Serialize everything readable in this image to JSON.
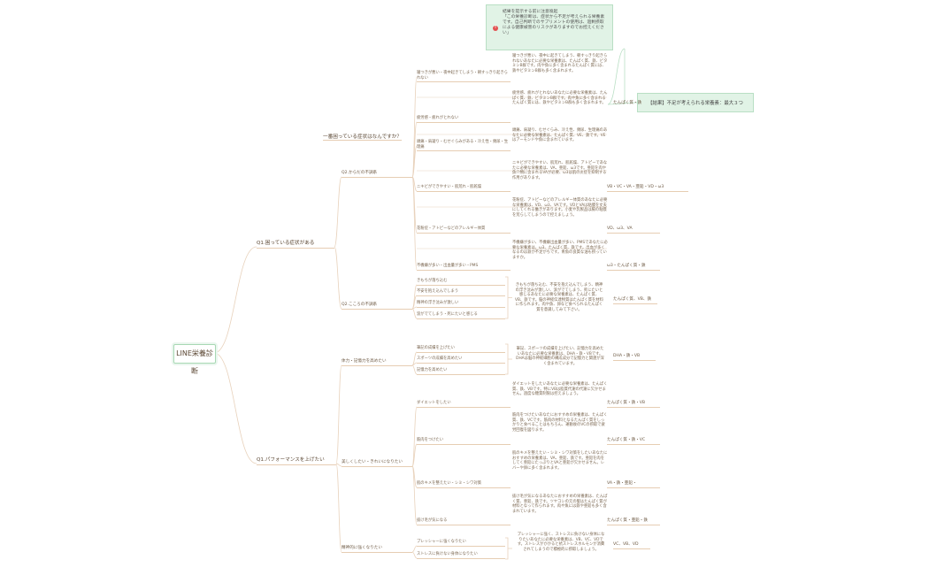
{
  "root": "LINE栄養診断",
  "note": {
    "title": "結果を提示する前に注意喚起",
    "body": "「この栄養診断は、症状から不足が考えられる栄養素です。自己判断でのサプリメントの使用は、過剰摂取による健康被害のリスクがありますのでお控えください」"
  },
  "result_box": "【結果】不足が考えられる栄養素：最大３つ",
  "result_tag": "たんぱく質・鉄",
  "question": "一番困っている症状はなんですか？",
  "branches": {
    "q1a": "Q1.困っている症状がある",
    "q1b": "Q1.パフォーマンスを上げたい",
    "q2a": "Q2.からだの不調系",
    "q2b": "Q2.こころの不調系",
    "q2c": "体力・記憶力を高めたい",
    "q2d": "美しくしたい・きれいになりたい",
    "q2e": "精神的に強くなりたい"
  },
  "body_items": [
    {
      "label": "寝つきが悪い・夜中起きてしまう・朝すっきり起きられない",
      "desc": "寝つきが悪い、夜中に起きてしまう、朝すっきり起きられないあなたに必要な栄養素は、たんぱく質、鉄、ビタミンB群です。肉や魚に多く含まれるたんぱく質には、鉄やビタミンB群も多く含まれます。",
      "result": ""
    },
    {
      "label": "疲労感・疲れがとれない",
      "desc": "疲労感、疲れがとれないあなたに必要な栄養素は、たんぱく質、鉄、ビタミンB群です。肉や魚に多く含まれるたんぱく質には、鉄やビタミンB群も多く含まれます。",
      "result": ""
    },
    {
      "label": "頭痛・肩凝り・むせぐらみがある・冷え性・頻尿・生理痛",
      "desc": "頭痛、肩凝り、むせぐらみ、冷え性、頻尿、生理痛のあなたに必要な栄養素は、たんぱく質、VE、鉄です。VEはアーモンドや魚に含まれています。",
      "result": ""
    },
    {
      "label": "ニキビができやすい・肌荒れ・肌乾燥",
      "desc": "ニキビができやすい、肌荒れ、肌乾燥、アトピーであなたに必要な栄養素は、VA、亜鉛、ω3です。亜鉛を肉や魚介類に含まれるVAが必要、ω3は肌の炎症を抑制する作用があります。",
      "result": "VB・VC・VA・亜鉛・VD・ω3"
    },
    {
      "label": "花粉症・アトピーなどのアレルギー体質",
      "desc": "花粉症、アトピーなどのアレルギー体質のあなたに必要な栄養素は、VD、ω3、VAです。VDとVAは粘膜を丈夫にしてくれる働きがあります。小麦や乳製品は腸の粘膜を荒らしてしまうので控えましょう。",
      "result": "VD、ω3、VA"
    },
    {
      "label": "不機嫌が多い・出血量が多い・PMS",
      "desc": "不機嫌が多い、不機嫌出血量が多い、PMSであなたに必要な栄養素は、ω3、たんぱく質、鉄です。出血が多くなるのは鉄が不足がちです。青魚の良質な油も摂っていますか。",
      "result": "ω3・たんぱく質・鉄"
    }
  ],
  "mind_items": [
    "きもちが落ち込む",
    "不安を抱え込んでしまう",
    "精神の浮き沈みが激しい",
    "涙がでてしまう・死にたいと感じる"
  ],
  "mind_desc": "きもちが落ち込む、不安を抱え込んでしまう、精神の浮き沈みが激しい、涙がでてしまう、死にたいと感じるあなたに必要な栄養素は、たんぱく質、VB、鉄です。脳の神経伝達物質はたんぱく質を材料に作られます。肉や魚、卵など食べられるたんぱく質を意識してみて下さい。",
  "mind_result": "たんぱく質、VB、鉄",
  "stamina_items": [
    "筆記の成績を上げたい",
    "スポーツの成績を高めたい",
    "記憶力を高めたい"
  ],
  "stamina_desc": "筆記、スポーツの成績を上げたい、記憶力を高めたいあなたに必要な栄養素は、DHA・鉄・VBです。DHAは脳の神経細胞の構成成分で記憶力と関連が深く含まれています。",
  "stamina_result": "DHA・鉄・VB",
  "beauty_items": [
    {
      "label": "ダイエットをしたい",
      "desc": "ダイエットをしたいあなたに必要な栄養素は、たんぱく質、鉄、VBです。特にVBは脂質代謝の代謝に欠かせません。過度な糖質制限は控えましょう。",
      "result": "たんぱく質・鉄・VB"
    },
    {
      "label": "筋肉をつけたい",
      "desc": "筋肉をつけたいあなたにおすすめの栄養素は、たんぱく質、鉄、VCです。筋肉の材料となるたんぱく質をしっかりと食べることはもちろん、運動後のVCの摂取で疲労回復を図ります。",
      "result": "たんぱく質・鉄・VC"
    },
    {
      "label": "肌のキメを整えたい・シミ・シワ対策",
      "desc": "肌のキメを整えたい・シミ・シワ対策をしたいあなたにおすすめの栄養素は、VA、亜鉛、鉄です。亜鉛を肉をしてく亜鉛にたっぷりとVAと亜鉛が欠かせません。レバーや卵に多く含まれます。",
      "result": "VA・鉄・亜鉛・"
    },
    {
      "label": "抜け毛が気になる",
      "desc": "抜け毛が気になるあなたにおすすめの栄養素は、たんぱく質、亜鉛、鉄です。ツヤコシの元の髪はたんぱく質が材料となって作られます。肉や魚には鉄や亜鉛も多く含まれています。",
      "result": "たんぱく質・亜鉛・鉄"
    }
  ],
  "mental_items": [
    "プレッシャーに強くなりたい",
    "ストレスに負けない身体になりたい"
  ],
  "mental_desc": "プレッシャーに強く、ストレスに負けない身体になりたいあなたに必要な栄養素は、VB、VC、VDです。ストレスがかかると抗ストレスホルモンが消費されてしまうので積極的に摂取しましょう。",
  "mental_result": "VC、VB、VD"
}
